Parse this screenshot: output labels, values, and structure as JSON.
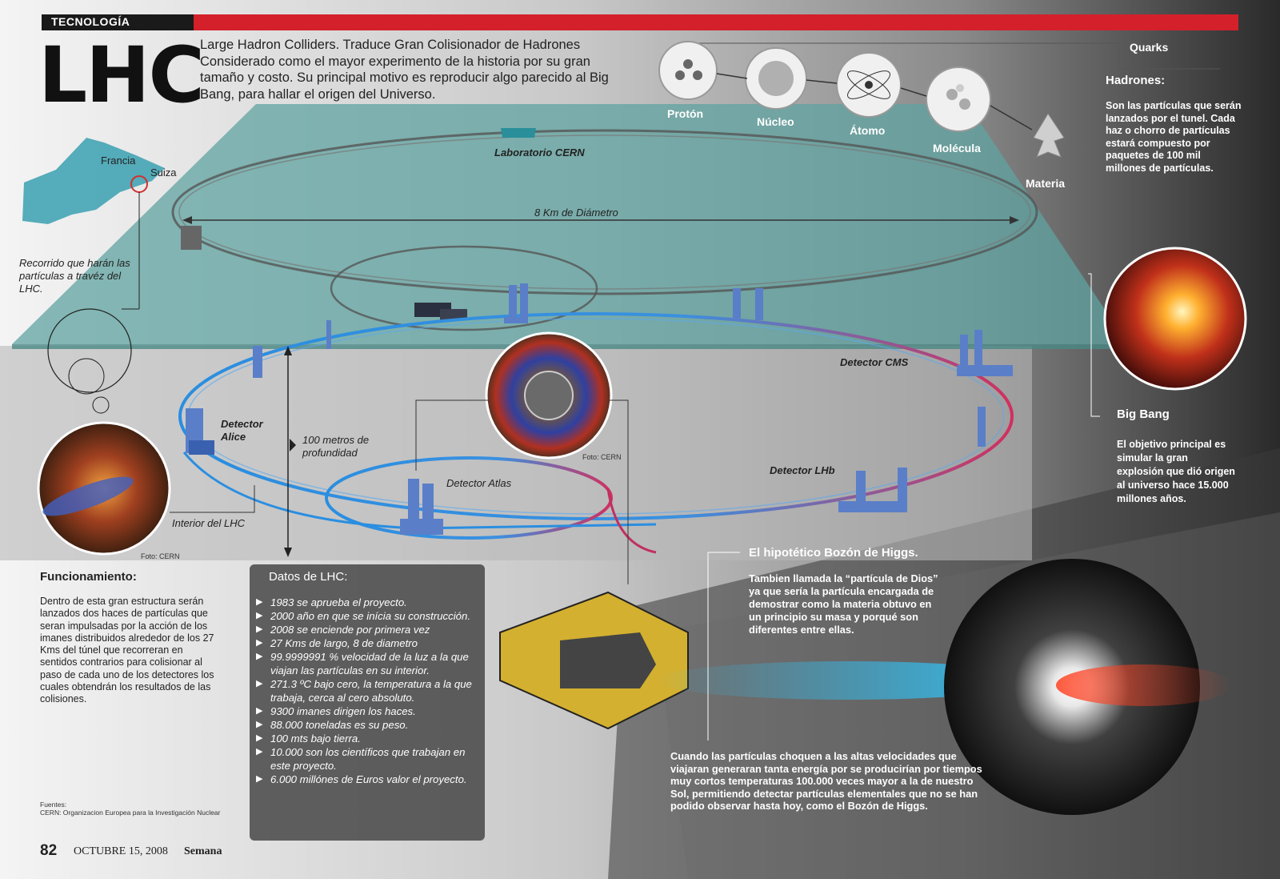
{
  "header": {
    "section": "TECNOLOGÍA",
    "title": "LHC",
    "intro": "Large Hadron Colliders. Traduce Gran Colisionador de Hadrones Considerado como el mayor experimento de la historia por su gran tamaño y costo. Su principal motivo es reproducir algo parecido al Big Bang, para hallar el origen del Universo."
  },
  "map": {
    "country_1": "Francia",
    "country_2": "Suiza",
    "route_caption": "Recorrido que harán las partículas a travéz del LHC."
  },
  "scale": {
    "items": [
      "Protón",
      "Núcleo",
      "Átomo",
      "Molécula",
      "Materia"
    ],
    "quarks_label": "Quarks"
  },
  "hadrones": {
    "heading": "Hadrones:",
    "text": "Son las partículas que serán lanzados por el tunel. Cada haz o chorro de partículas estará compuesto por paquetes de 100 mil millones de partículas."
  },
  "diagram": {
    "lab_label": "Laboratorio CERN",
    "diameter_label": "8 Km de Diámetro",
    "cms_label": "Detector CMS",
    "alice_label": "Detector Alice",
    "depth_label": "100 metros de profundidad",
    "atlas_label": "Detector Atlas",
    "lhcb_label": "Detector LHb",
    "interior_label": "Interior del LHC",
    "photo_credit": "Foto: CERN"
  },
  "bigbang": {
    "heading": "Big Bang",
    "text": "El objetivo principal es simular la gran explosión que dió origen al universo hace 15.000 millones años."
  },
  "funcionamiento": {
    "heading": "Funcionamiento:",
    "text": "Dentro de esta gran estructura serán lanzados dos haces de partículas que seran impulsadas por la acción de los imanes distribuidos alrededor de los 27 Kms del túnel que recorreran en sentidos contrarios para colisionar al paso de cada uno de los detectores los cuales obtendrán los resultados de las colisiones."
  },
  "datos": {
    "heading": "Datos de LHC:",
    "items": [
      "1983 se aprueba el proyecto.",
      "2000 año en que se inícia su construcción.",
      "2008 se enciende por primera vez",
      "27 Kms de largo, 8 de diametro",
      "99.9999991 % velocidad de la luz a la que viajan las partículas en su interior.",
      "271.3 ºC bajo cero, la temperatura a la que trabaja, cerca al cero absoluto.",
      "9300 imanes dirigen los haces.",
      "88.000 toneladas es su peso.",
      "100 mts bajo tierra.",
      "10.000 son los científicos que trabajan en este proyecto.",
      "6.000 millónes de Euros valor el proyecto."
    ]
  },
  "higgs": {
    "heading": "El hipotético Bozón de Higgs.",
    "text": "Tambien llamada la “partícula de Dios” ya que sería la partícula encargada de demostrar como la materia obtuvo en un principio su masa y porqué son diferentes entre ellas.",
    "collision_text": "Cuando las partículas choquen a las altas velocidades que viajaran generaran tanta energía por se producirían por tiempos muy cortos temperaturas 100.000 veces mayor a la de nuestro Sol, permitiendo detectar partículas elementales que no se han podido observar hasta hoy, como el Bozón de Higgs."
  },
  "sources": {
    "label": "Fuentes:",
    "text": "CERN: Organizacion Europea para la Investigación Nuclear"
  },
  "footer": {
    "page": "82",
    "date": "OCTUBRE 15, 2008",
    "magazine": "Semana"
  },
  "colors": {
    "accent": "#d4202a",
    "plane": "#5fa3a0",
    "beam_blue": "#2a8ee0",
    "beam_red": "#d03060"
  }
}
